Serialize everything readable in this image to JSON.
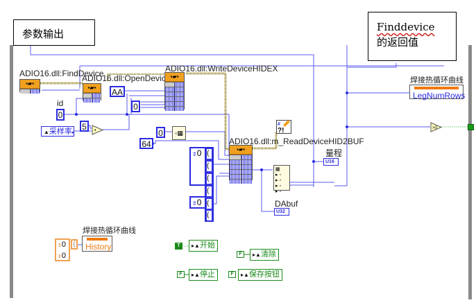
{
  "comments": {
    "param_output": "参数输出",
    "finddevice_line1": "Finddevice",
    "finddevice_line2": "的返回值"
  },
  "dll_nodes": {
    "find_device": "ADIO16.dll:FindDevice",
    "open_device": "ADIO16.dll:OpenDevice",
    "write_device": "ADIO16.dll:WriteDeviceHIDEX",
    "read_device": "ADIO16.dll:m_ReadDeviceHID2BUF"
  },
  "constants": {
    "id_label": "id",
    "id_value": "0",
    "aa_value": "AA",
    "zero_index": "0",
    "five_value": "5",
    "zero_init": "0",
    "size_value": "64",
    "array_index_1": "0",
    "array_index_2": "0",
    "array_elem": "(",
    "history_index_1": "0",
    "history_index_2": "0",
    "history_elem": "("
  },
  "controls": {
    "sample_rate": "采样率",
    "range_label": "量程",
    "range_type": "U16",
    "dabuf_label": "DAbuf",
    "dabuf_type": "U32"
  },
  "property_nodes": {
    "chart_name_top": "焊接热循环曲线",
    "leg_num_rows": "LegNumRows",
    "chart_name_bottom": "焊接热循环曲线",
    "history": "History"
  },
  "buttons": {
    "start": {
      "label": "开始",
      "bool": "T"
    },
    "clear": {
      "label": "清除",
      "bool": "F"
    },
    "stop": {
      "label": "停止",
      "bool": "F"
    },
    "save": {
      "label": "保存按钮",
      "bool": "F"
    }
  },
  "colors": {
    "wire_numeric": "#3a3ae0",
    "wire_cluster": "#8a7a10",
    "bool_green": "#1a8a1a",
    "dll_orange": "#f0a020",
    "history_orange": "#f07a10"
  }
}
